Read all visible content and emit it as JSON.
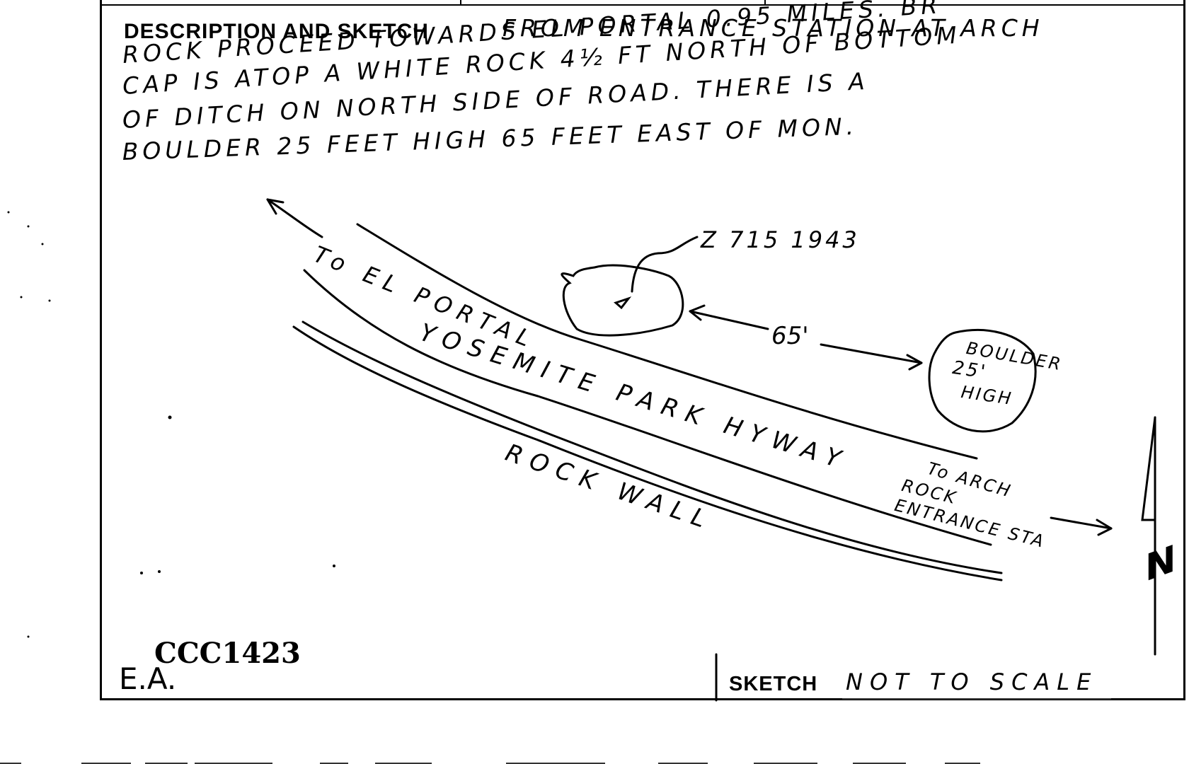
{
  "form": {
    "description_label": "DESCRIPTION AND SKETCH",
    "sketch_label": "SKETCH",
    "sketch_scale_note": "NOT TO SCALE"
  },
  "description_lines": [
    "FROM ENTRANCE STATION AT ARCH",
    "ROCK PROCEED TOWARDS EL PORTAL 0.95 MILES. BR",
    "CAP IS ATOP A WHITE ROCK 4½ FT NORTH OF BOTTOM",
    "OF DITCH ON NORTH SIDE OF ROAD. THERE IS A",
    "BOULDER 25 FEET HIGH 65 FEET EAST OF MON."
  ],
  "sketch": {
    "mark_label": "Z 715 1943",
    "distance_label": "65'",
    "to_el_portal": "To EL PORTAL",
    "highway": "YOSEMITE PARK HYWAY",
    "rock_wall": "ROCK WALL",
    "boulder_line1": "BOULDER",
    "boulder_line2": "25'",
    "boulder_line3": "HIGH",
    "to_arch_line1": "To ARCH",
    "to_arch_line2": "ROCK",
    "to_arch_line3": "ENTRANCE STA",
    "north_letter": "N"
  },
  "stamp": {
    "id": "CCC1423",
    "initials": "E.A."
  }
}
